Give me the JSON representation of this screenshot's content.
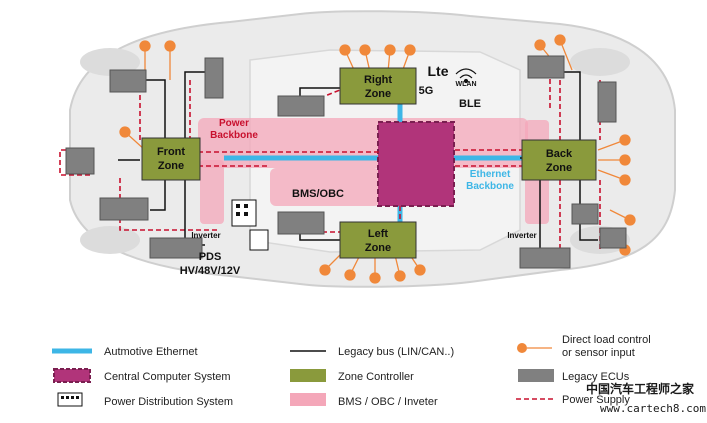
{
  "zones": {
    "front": [
      "Front",
      "Zone"
    ],
    "right": [
      "Right",
      "Zone"
    ],
    "left": [
      "Left",
      "Zone"
    ],
    "back": [
      "Back",
      "Zone"
    ]
  },
  "labels": {
    "power_backbone": [
      "Power",
      "Backbone"
    ],
    "ethernet_backbone": [
      "Ethernet",
      "Backbone"
    ],
    "bms_obc": "BMS/OBC",
    "inverter_front": "Inverter",
    "inverter_back": "Inverter",
    "pds": [
      "PDS",
      "HV/48V/12V"
    ],
    "lte": "Lte",
    "fiveg": "5G",
    "wlan": "WLAN",
    "ble": "BLE"
  },
  "legend": {
    "ethernet": "Autmotive Ethernet",
    "central": "Central Computer System",
    "pds": "Power Distribution System",
    "legacy_bus": "Legacy bus (LIN/CAN..)",
    "zone_controller": "Zone Controller",
    "bms": "BMS / OBC / Inveter",
    "direct_load": [
      "Direct load control",
      "or sensor input"
    ],
    "legacy_ecus": "Legacy ECUs",
    "power_supply": "Power Supply"
  },
  "watermark": "中国汽车工程师之家",
  "watermark_url": "www.cartech8.com",
  "colors": {
    "ethernet": "#3db6e6",
    "central": "#b1347a",
    "zone": "#8a9a3c",
    "ecu": "#808080",
    "sensor": "#f0883a",
    "power": "#c8102e",
    "bms": "#f4a7b9"
  }
}
